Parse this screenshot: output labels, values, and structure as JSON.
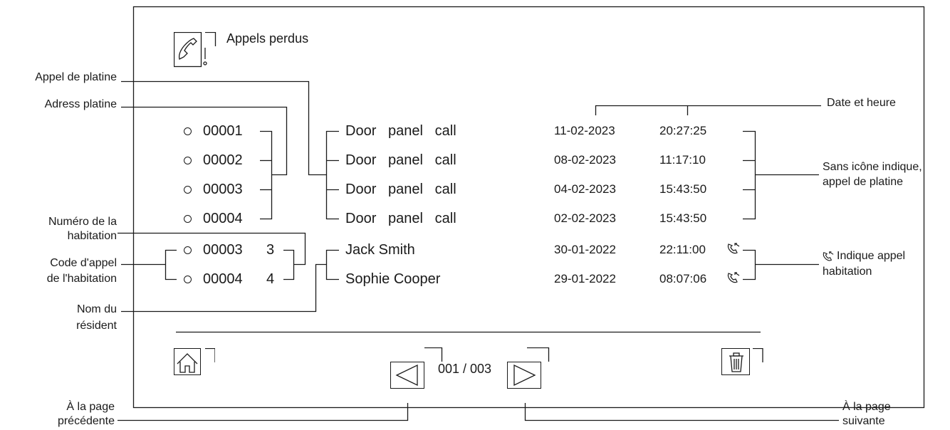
{
  "screen": {
    "title": "Appels perdus",
    "calls": [
      {
        "address": "00001",
        "house": "",
        "name": "Door   panel   call",
        "date": "11-02-2023",
        "time": "20:27:25",
        "habitation_icon": false
      },
      {
        "address": "00002",
        "house": "",
        "name": "Door   panel   call",
        "date": "08-02-2023",
        "time": "11:17:10",
        "habitation_icon": false
      },
      {
        "address": "00003",
        "house": "",
        "name": "Door   panel   call",
        "date": "04-02-2023",
        "time": "15:43:50",
        "habitation_icon": false
      },
      {
        "address": "00004",
        "house": "",
        "name": "Door   panel   call",
        "date": "02-02-2023",
        "time": "15:43:50",
        "habitation_icon": false
      },
      {
        "address": "00003",
        "house": "3",
        "name": "Jack Smith",
        "date": "30-01-2022",
        "time": "22:11:00",
        "habitation_icon": true
      },
      {
        "address": "00004",
        "house": "4",
        "name": "Sophie Cooper",
        "date": "29-01-2022",
        "time": "08:07:06",
        "habitation_icon": true
      }
    ],
    "pagination": {
      "text": "001 / 003"
    },
    "icons": {
      "title": "phone-missed-icon",
      "home": "home-icon",
      "prev": "triangle-left-icon",
      "next": "triangle-right-icon",
      "delete": "trash-icon",
      "habitation": "phone-incoming-icon"
    }
  },
  "annotations": {
    "appel_platine": "Appel de platine",
    "adress_platine": "Adress platine",
    "numero_1": "Numéro de la",
    "numero_2": "habitation",
    "code_1": "Code d'appel",
    "code_2": "de l'habitation",
    "nom_1": "Nom du",
    "nom_2": "résident",
    "prev_1": "À la page",
    "prev_2": "précédente",
    "date_heure": "Date et heure",
    "sans_1": "Sans icône indique,",
    "sans_2": "appel de platine",
    "indique_1": "Indique appel",
    "indique_2": "habitation",
    "next_1": "À la page",
    "next_2": "suivante"
  }
}
